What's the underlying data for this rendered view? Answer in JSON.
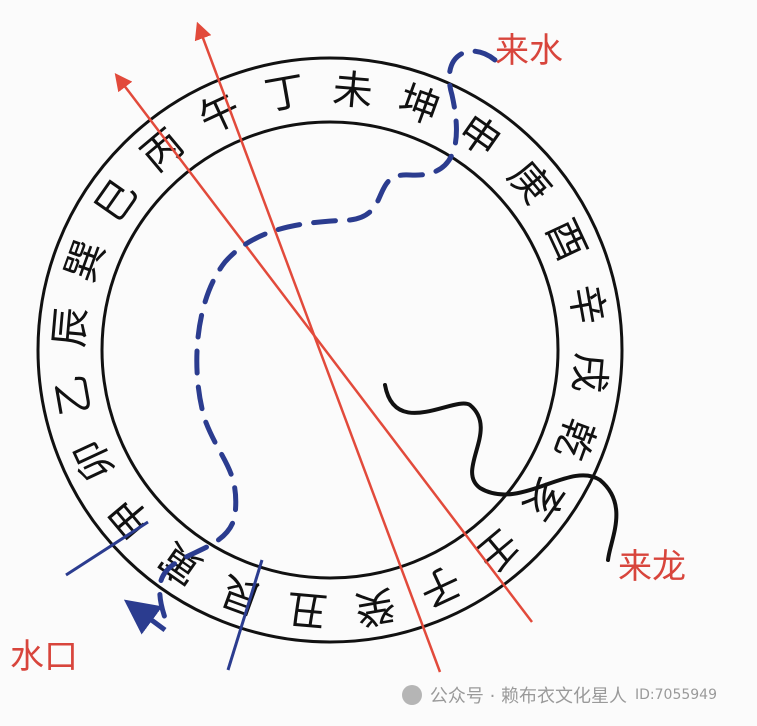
{
  "diagram": {
    "ring_chars": [
      "艮",
      "寅",
      "甲",
      "卯",
      "乙",
      "辰",
      "巽",
      "巳",
      "丙",
      "午",
      "丁",
      "未",
      "坤",
      "申",
      "庚",
      "酉",
      "辛",
      "戌",
      "乾",
      "亥",
      "壬",
      "子",
      "癸",
      "丑"
    ],
    "labels": {
      "water_in": "来水",
      "water_out": "水口",
      "dragon": "来龙"
    },
    "colors": {
      "red_line": "#e24a3b",
      "blue_path": "#2b3c8f",
      "ink": "#111111"
    }
  },
  "watermark": {
    "text": "公众号 · 赖布衣文化星人",
    "id_text": "ID:7055949"
  }
}
